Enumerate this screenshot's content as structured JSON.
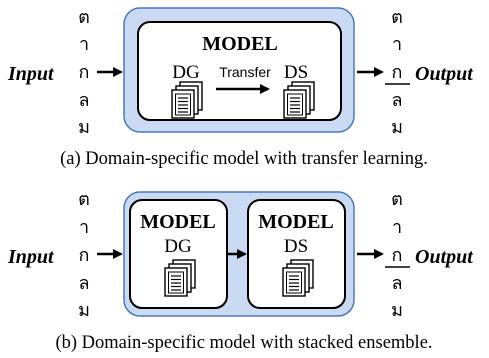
{
  "thai_chars": [
    "ต",
    "า",
    "ก",
    "ล",
    "ม"
  ],
  "panel_a": {
    "input_label": "Input",
    "output_label": "Output",
    "model_title": "MODEL",
    "dg_label": "DG",
    "transfer_label": "Transfer",
    "ds_label": "DS",
    "caption": "(a) Domain-specific model with transfer learning."
  },
  "panel_b": {
    "input_label": "Input",
    "output_label": "Output",
    "model1_title": "MODEL",
    "model1_sub": "DG",
    "model2_title": "MODEL",
    "model2_sub": "DS",
    "caption": "(b) Domain-specific model with stacked ensemble."
  },
  "colors": {
    "outer_fill": "#c9daf2",
    "outer_stroke": "#4a78c0",
    "inner_fill": "#ffffff",
    "stroke": "#000000"
  },
  "icon_names": [
    "document-stack-icon",
    "right-arrow-icon"
  ]
}
